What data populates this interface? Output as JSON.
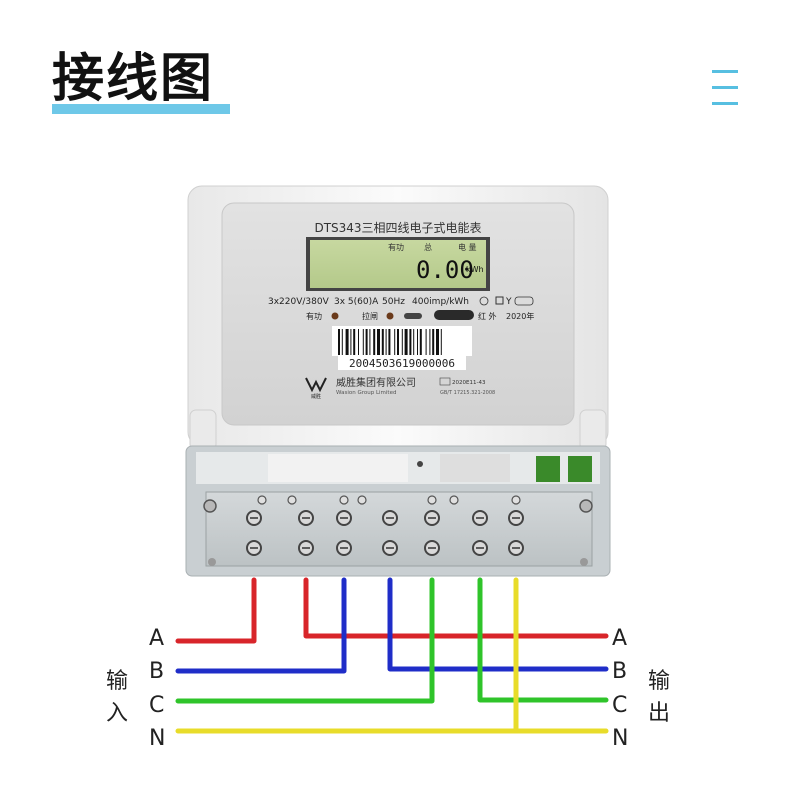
{
  "title": "接线图",
  "menu_icon": "hamburger-menu-icon",
  "meter": {
    "model": "DTS343三相四线电子式电能表",
    "lcd_label_left": "有功",
    "lcd_label_mid": "总",
    "lcd_label_right": "电  量",
    "lcd_value": "0.00",
    "lcd_unit": "kWh",
    "spec_voltage": "3x220V/380V",
    "spec_current": "3x 5(60)A",
    "spec_freq": "50Hz",
    "spec_const": "400imp/kWh",
    "indicator_active": "有功",
    "indicator_trip": "拉闸",
    "infrared": "红 外",
    "year": "2020年",
    "barcode_number": "2004503619000006",
    "brand_cn": "威胜集团有限公司",
    "brand_en": "Wasion Group Limited",
    "logo_text": "威胜",
    "standard_line1": "2020E11-43",
    "standard_line2": "GB/T 17215.321-2008"
  },
  "wiring": {
    "input_label": [
      "输",
      "入"
    ],
    "output_label": [
      "输",
      "出"
    ],
    "phases_left": [
      "A",
      "B",
      "C",
      "N"
    ],
    "phases_right": [
      "A",
      "B",
      "C",
      "N"
    ]
  },
  "colors": {
    "phase_a": "#d8252a",
    "phase_b": "#1f2dc8",
    "phase_c": "#2fc42a",
    "neutral": "#e8dc2a",
    "accent": "#57bfe1"
  }
}
